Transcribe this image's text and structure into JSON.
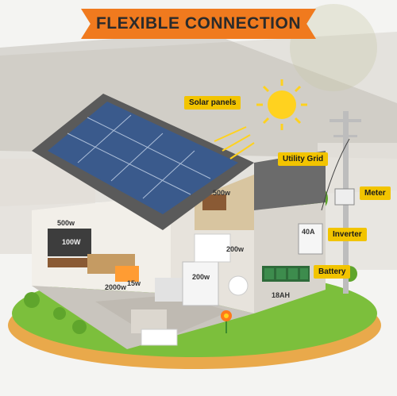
{
  "banner": {
    "title": "FLEXIBLE CONNECTION"
  },
  "callouts": {
    "solar_panels": "Solar panels",
    "utility_grid": "Utility Grid",
    "meter": "Meter",
    "inverter": "Inverter",
    "battery": "Battery"
  },
  "device_labels": {
    "attic_500w": "500w",
    "living_500w": "500w",
    "tv_100w": "100W",
    "bath_200w": "200w",
    "ac_2000w": "2000w",
    "ac_15w": "15w",
    "kitchen_200w": "200w",
    "breaker_40a": "40A",
    "battery_18ah": "18AH"
  },
  "colors": {
    "banner": "#f07a1e",
    "callout": "#f2c400",
    "grass": "#7cbf3c",
    "soil": "#e9a94b",
    "panel": "#3a5a8c",
    "sun": "#ffd21f"
  }
}
